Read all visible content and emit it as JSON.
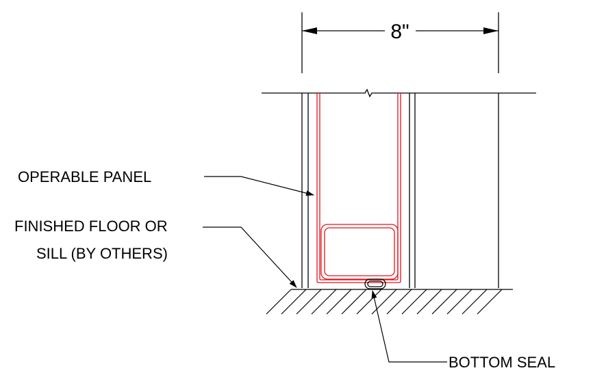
{
  "drawing": {
    "dimension_label": "8\"",
    "callouts": {
      "operable_panel": "OPERABLE PANEL",
      "finished_floor_line1": "FINISHED FLOOR OR",
      "finished_floor_line2": "SILL (BY OTHERS)",
      "bottom_seal": "BOTTOM SEAL"
    },
    "colors": {
      "linework": "#000000",
      "panel": "#e8101a"
    }
  }
}
